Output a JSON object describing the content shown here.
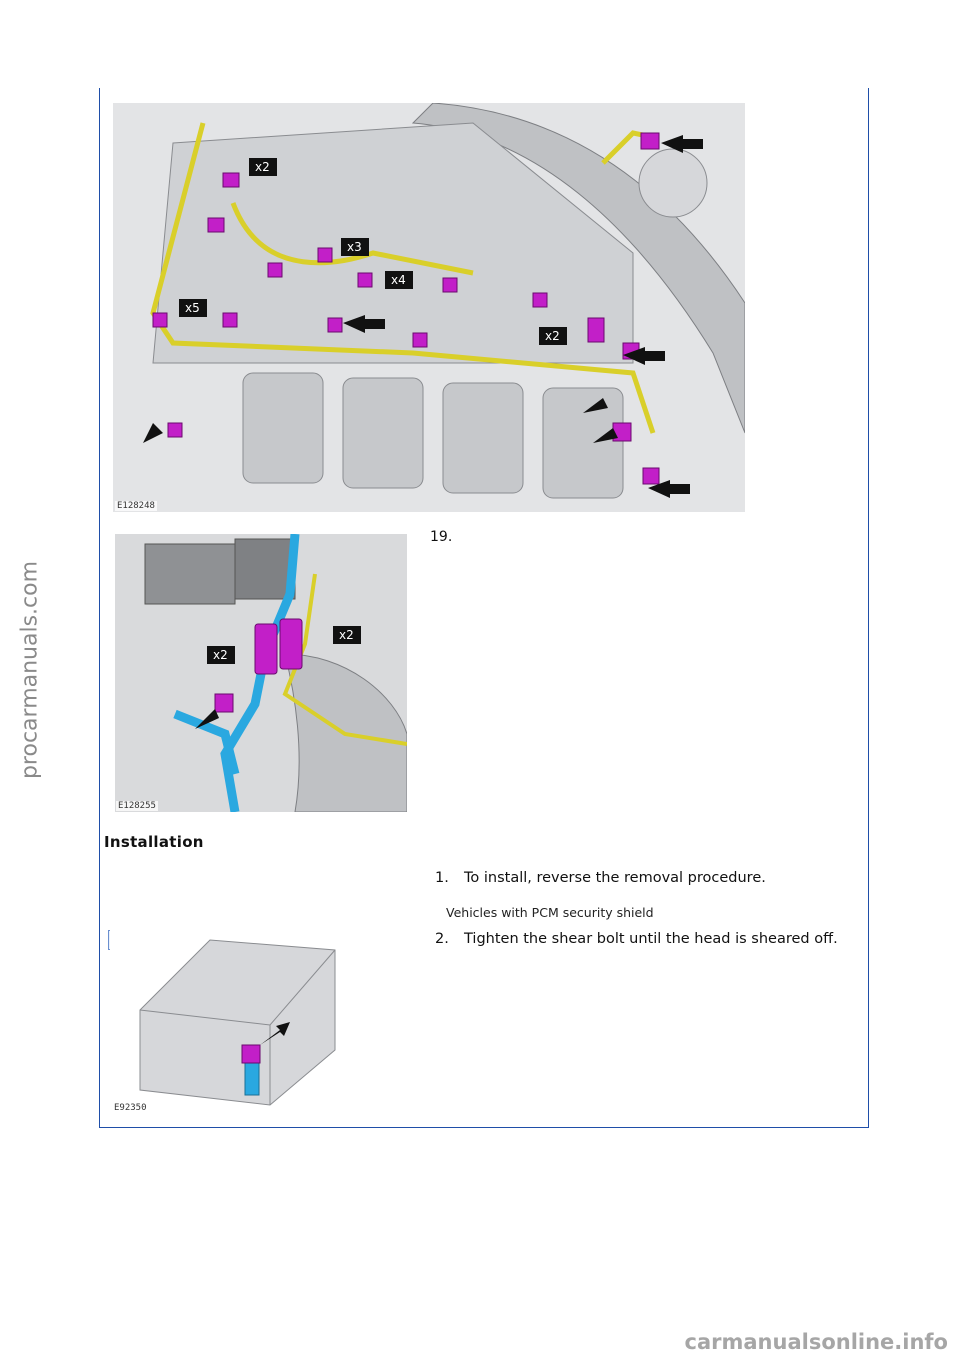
{
  "figures": [
    {
      "code": "E128248"
    },
    {
      "code": "E128255"
    },
    {
      "code": "E92350"
    }
  ],
  "callouts": {
    "x2": "x2",
    "x3": "x3",
    "x4": "x4",
    "x5": "x5"
  },
  "removal": {
    "step_number": "19."
  },
  "installation": {
    "heading": "Installation",
    "steps": [
      {
        "number": "1.",
        "text": "To install, reverse the removal procedure."
      },
      {
        "number": "2.",
        "text": "Tighten the shear bolt until the head is sheared off."
      }
    ],
    "note": "Vehicles with PCM security shield"
  },
  "watermarks": {
    "side": "procarmanuals.com",
    "bottom": "carmanualsonline.info"
  },
  "colors": {
    "frame": "#1f4ea8",
    "harness_yellow": "#d9cf2a",
    "harness_blue": "#2aa8e0",
    "connector_magenta": "#c21fc8"
  }
}
